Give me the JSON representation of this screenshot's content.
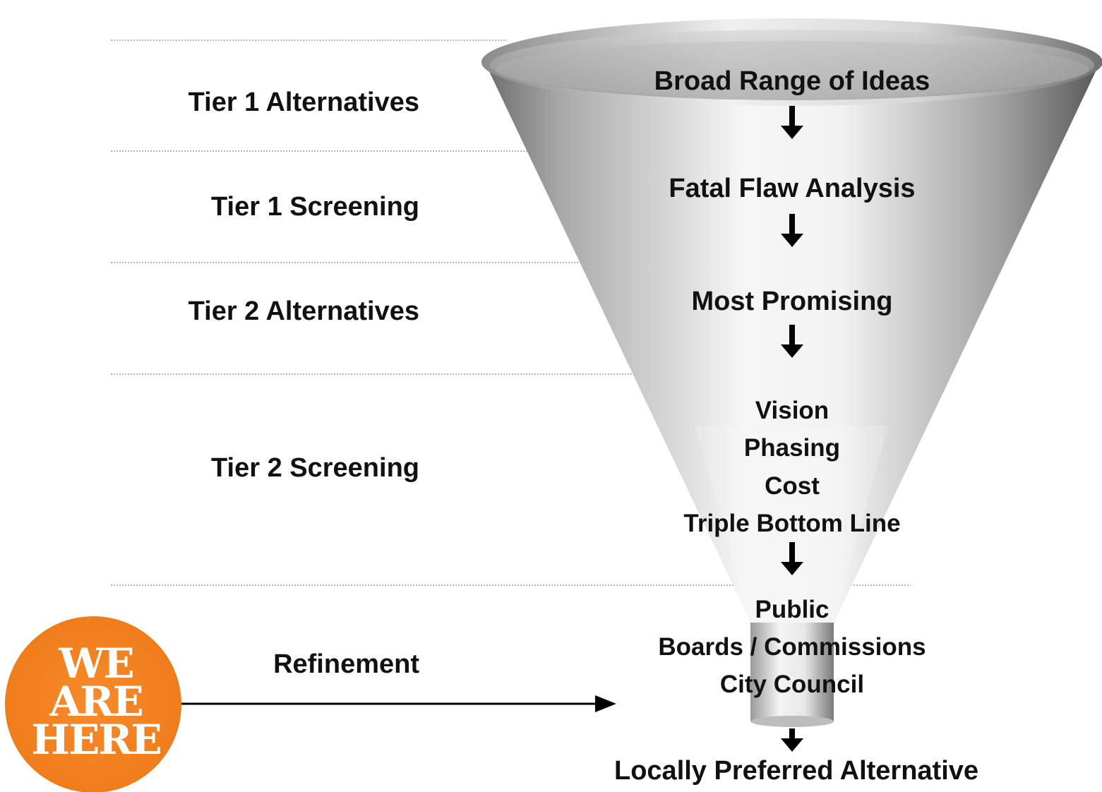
{
  "stages": [
    {
      "label": "Tier 1 Alternatives"
    },
    {
      "label": "Tier 1 Screening"
    },
    {
      "label": "Tier 2 Alternatives"
    },
    {
      "label": "Tier 2 Screening"
    },
    {
      "label": "Refinement"
    }
  ],
  "funnel": {
    "steps": [
      {
        "text": "Broad Range of Ideas"
      },
      {
        "text": "Fatal Flaw Analysis"
      },
      {
        "text": "Most Promising"
      },
      {
        "lines": [
          "Vision",
          "Phasing",
          "Cost",
          "Triple Bottom Line"
        ]
      },
      {
        "lines": [
          "Public",
          "Boards / Commissions",
          "City Council"
        ]
      }
    ],
    "output": "Locally Preferred Alternative"
  },
  "badge": {
    "lines": [
      "WE",
      "ARE",
      "HERE"
    ],
    "color": "#f58220"
  },
  "colors": {
    "text": "#111111",
    "divider": "#9a9a9a",
    "arrow": "#000000"
  }
}
